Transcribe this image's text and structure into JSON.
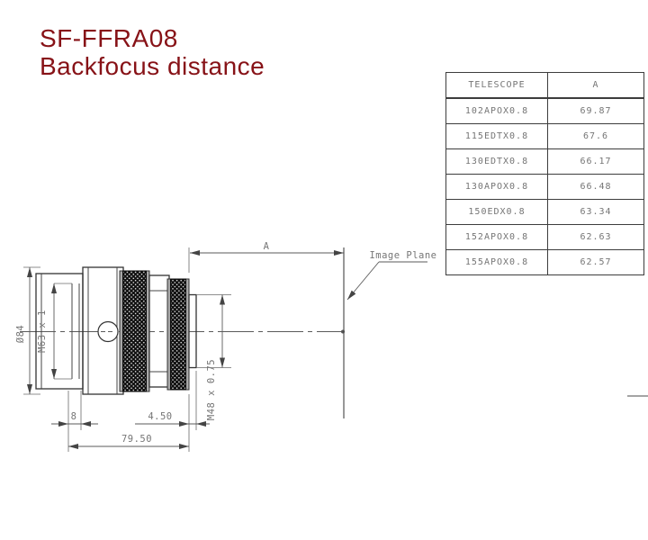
{
  "title": {
    "line1": "SF-FFRA08",
    "line2": "Backfocus distance",
    "color": "#871217"
  },
  "table": {
    "headers": [
      "TELESCOPE",
      "A"
    ],
    "rows": [
      [
        "102APOX0.8",
        "69.87"
      ],
      [
        "115EDTX0.8",
        "67.6"
      ],
      [
        "130EDTX0.8",
        "66.17"
      ],
      [
        "130APOX0.8",
        "66.48"
      ],
      [
        "150EDX0.8",
        "63.34"
      ],
      [
        "152APOX0.8",
        "62.63"
      ],
      [
        "155APOX0.8",
        "62.57"
      ]
    ]
  },
  "drawing": {
    "labels": {
      "diameter": "Ø84",
      "front_thread": "M63 x 1",
      "rear_thread": "M48 x 0.75",
      "backfocus": "A",
      "image_plane": "Image Plane",
      "dim_flange": "8",
      "dim_rear": "4.50",
      "dim_total": "79.50"
    },
    "line_color": "#333333",
    "dim_color": "#5a5a5a"
  }
}
